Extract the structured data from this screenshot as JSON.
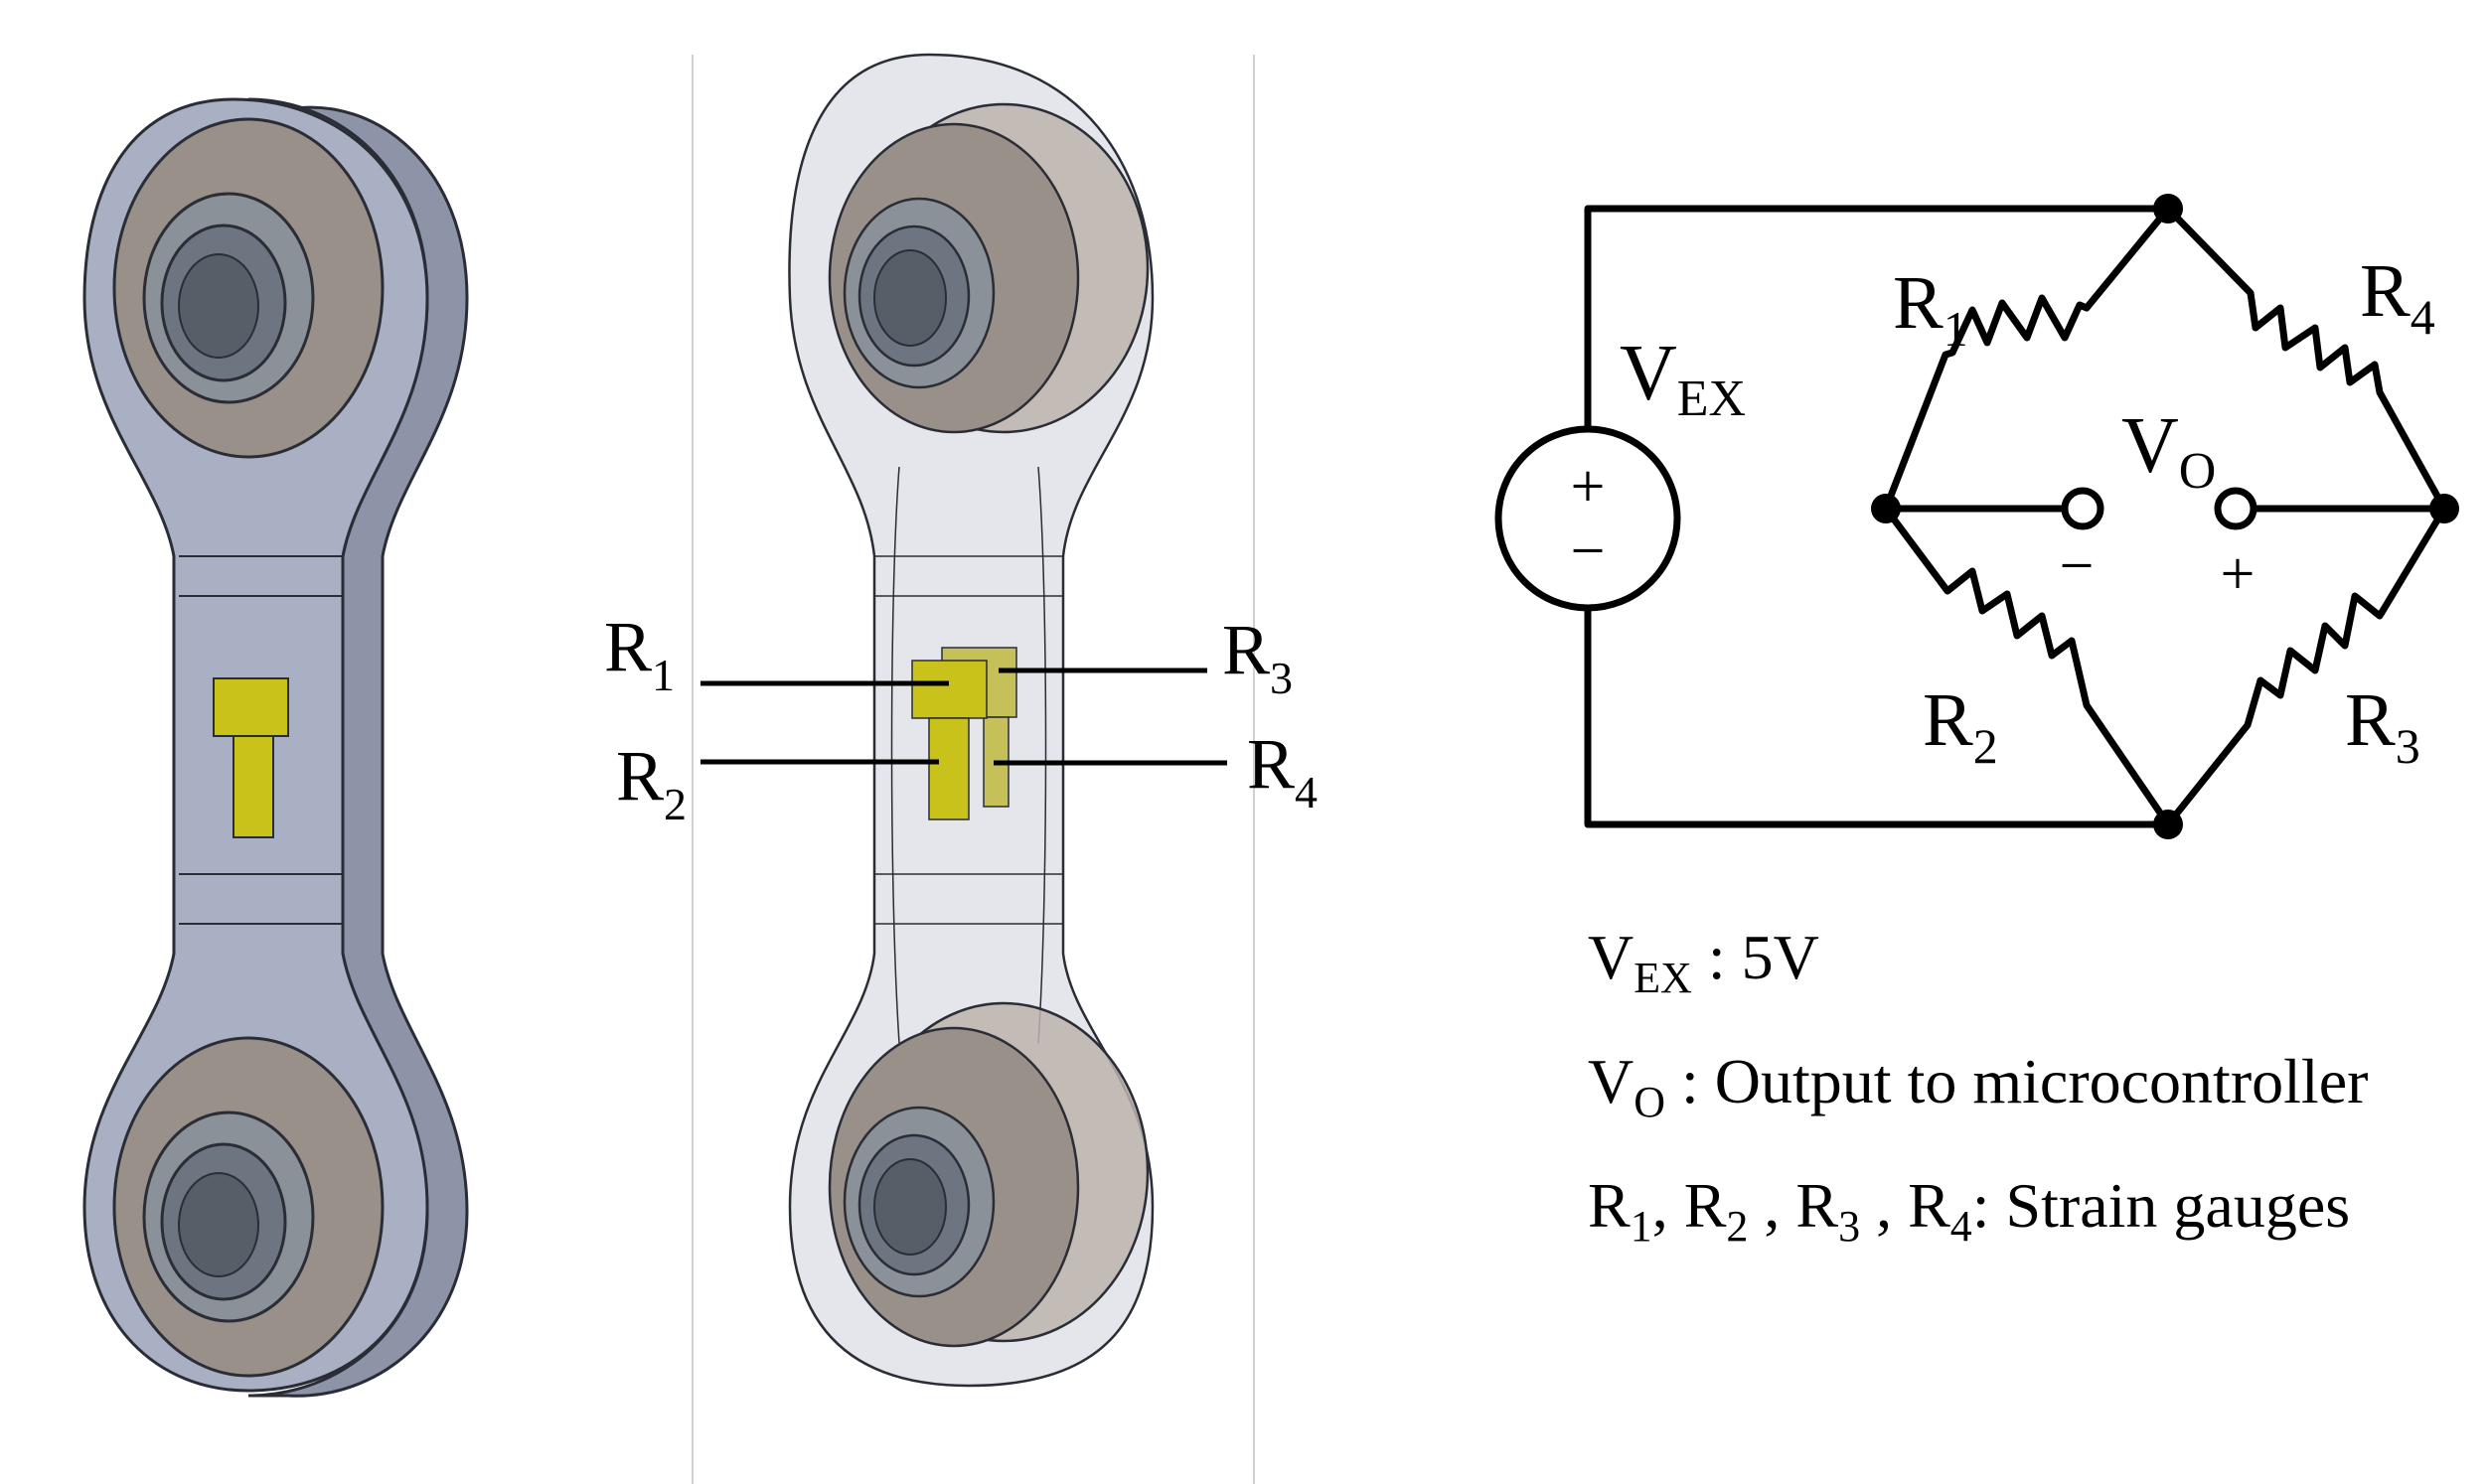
{
  "colors": {
    "link_body": "#a9b0c4",
    "link_edge": "#2a2d36",
    "bearing_outer": "#9a908a",
    "bearing_inner": "#6d7680",
    "gauge": "#c9c21a",
    "transparent_body": "#d9dce3",
    "wire": "#000000"
  },
  "model": {
    "labels": [
      {
        "main": "R",
        "sub": "1"
      },
      {
        "main": "R",
        "sub": "2"
      },
      {
        "main": "R",
        "sub": "3"
      },
      {
        "main": "R",
        "sub": "4"
      }
    ]
  },
  "circuit": {
    "source": {
      "main": "V",
      "sub": "EX",
      "plus": "+",
      "minus": "−"
    },
    "output": {
      "main": "V",
      "sub": "O",
      "neg": "−",
      "pos": "+"
    },
    "resistors": [
      {
        "main": "R",
        "sub": "1"
      },
      {
        "main": "R",
        "sub": "2"
      },
      {
        "main": "R",
        "sub": "3"
      },
      {
        "main": "R",
        "sub": "4"
      }
    ]
  },
  "legend": {
    "vex": {
      "main": "V",
      "sub": "EX",
      "text": " : 5V"
    },
    "vo": {
      "main": "V",
      "sub": "O",
      "text": " : Output to microcontroller"
    },
    "gauges": {
      "r1": "R",
      "s1": "1",
      "sep1": ", ",
      "r2": "R",
      "s2": "2",
      "sep2": " , ",
      "r3": "R",
      "s3": "3",
      "sep3": " , ",
      "r4": "R",
      "s4": "4",
      "text": ": Strain gauges"
    }
  }
}
